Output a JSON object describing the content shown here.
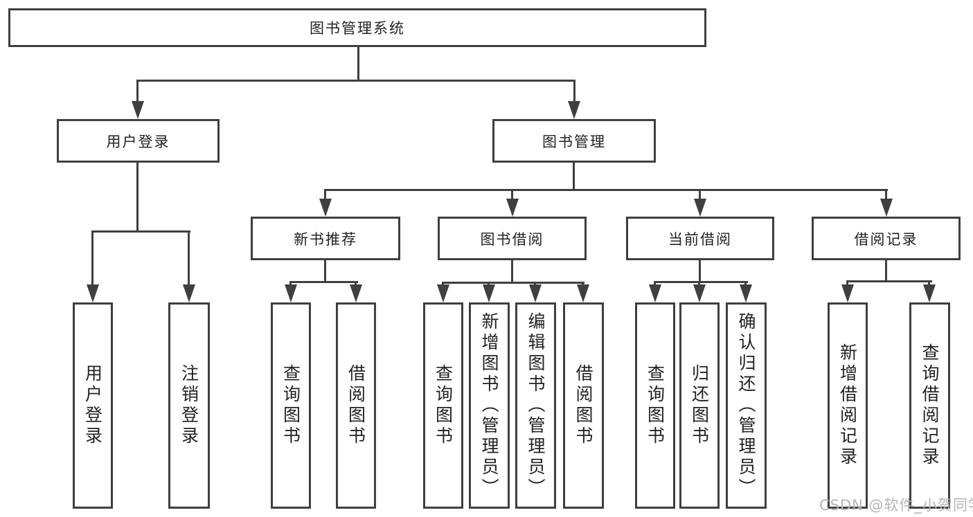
{
  "root": {
    "label": "图书管理系统",
    "children": [
      {
        "label": "用户登录",
        "children": [
          {
            "label": "用户登录"
          },
          {
            "label": "注销登录"
          }
        ]
      },
      {
        "label": "图书管理",
        "children": [
          {
            "label": "新书推荐",
            "children": [
              {
                "label": "查询图书"
              },
              {
                "label": "借阅图书"
              }
            ]
          },
          {
            "label": "图书借阅",
            "children": [
              {
                "label": "查询图书"
              },
              {
                "label": "新增图书（管理员）"
              },
              {
                "label": "编辑图书（管理员）"
              },
              {
                "label": "借阅图书"
              }
            ]
          },
          {
            "label": "当前借阅",
            "children": [
              {
                "label": "查询图书"
              },
              {
                "label": "归还图书"
              },
              {
                "label": "确认归还（管理员）"
              }
            ]
          },
          {
            "label": "借阅记录",
            "children": [
              {
                "label": "新增借阅记录"
              },
              {
                "label": "查询借阅记录"
              }
            ]
          }
        ]
      }
    ]
  },
  "watermark": {
    "text": "CSDN @软件_小贺同学"
  },
  "colors": {
    "line": "#3f3f3f",
    "text": "#222222",
    "watermark": "#b5b5b5",
    "background": "#ffffff"
  }
}
